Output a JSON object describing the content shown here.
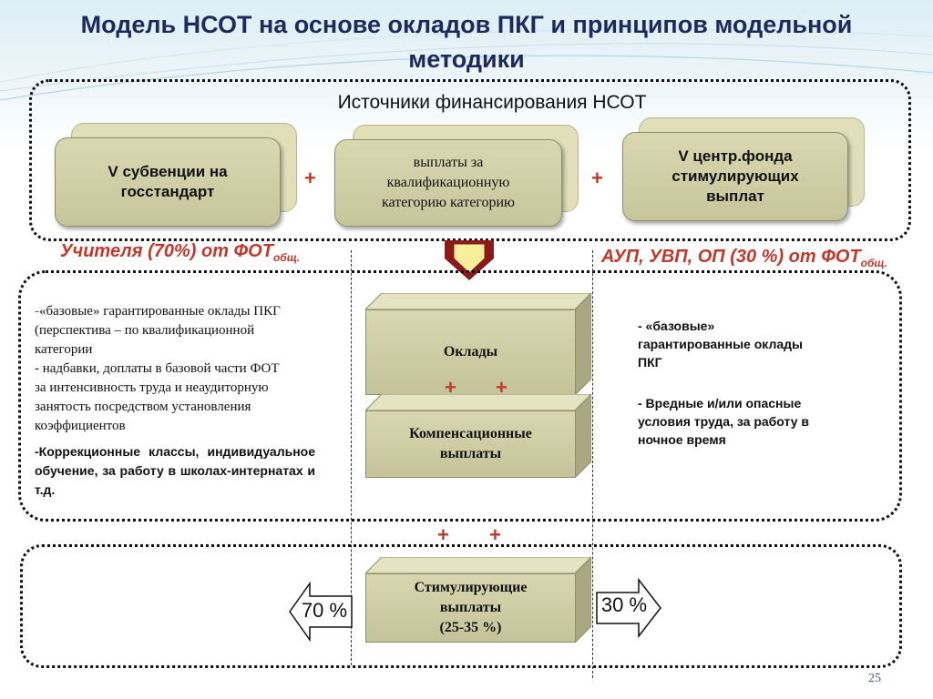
{
  "title": {
    "line1": "Модель НСОТ на основе окладов ПКГ и принципов модельной",
    "line2": "методики"
  },
  "sources_title": "Источники финансирования НСОТ",
  "sources": {
    "box1": {
      "line1": "V субвенции на",
      "line2": "госстандарт"
    },
    "box2": {
      "line1": "выплаты за",
      "line2": "квалификационную",
      "line3": "категорию категорию"
    },
    "box3": {
      "line1": "V центр.фонда",
      "line2": "стимулирующих",
      "line3": "выплат"
    }
  },
  "plus": "+",
  "teachers_label": {
    "text": "Учителя (70%) от ФОТ",
    "sub": "общ."
  },
  "staff_label": {
    "text": "АУП, УВП, ОП (30 %) от ФОТ",
    "sub": "общ."
  },
  "center_boxes": {
    "salaries": "Оклады",
    "compensation": {
      "line1": "Компенсационные",
      "line2": "выплаты"
    },
    "incentive": {
      "line1": "Стимулирующие",
      "line2": "выплаты",
      "line3": "(25-35 %)"
    }
  },
  "left_text": {
    "dash": "-",
    "l1": "«базовые» гарантированные оклады ПКГ",
    "l2": "(перспектива – по квалификационной",
    "l3": "категории",
    "l4": " - надбавки, доплаты в базовой части ФОТ",
    "l5": "за интенсивность труда и неаудиторную",
    "l6": "занятость посредством установления",
    "l7": "коэффициентов"
  },
  "left_text2": "-Коррекционные классы, индивидуальное обучение, за работу в школах-интернатах и т.д.",
  "right_text1": {
    "l1": "- «базовые»",
    "l2": "гарантированные оклады",
    "l3": "ПКГ"
  },
  "right_text2": {
    "l1": " - Вредные и/или опасные",
    "l2": "условия труда, за работу в",
    "l3": "ночное время"
  },
  "arrow_left": "70 %",
  "arrow_right": "30 %",
  "page_number": "25",
  "colors": {
    "title": "#1f2a5c",
    "accent_red": "#c0392b",
    "box_fill": "#c6c59c",
    "arrow_yellow": "#f5ef9a"
  }
}
